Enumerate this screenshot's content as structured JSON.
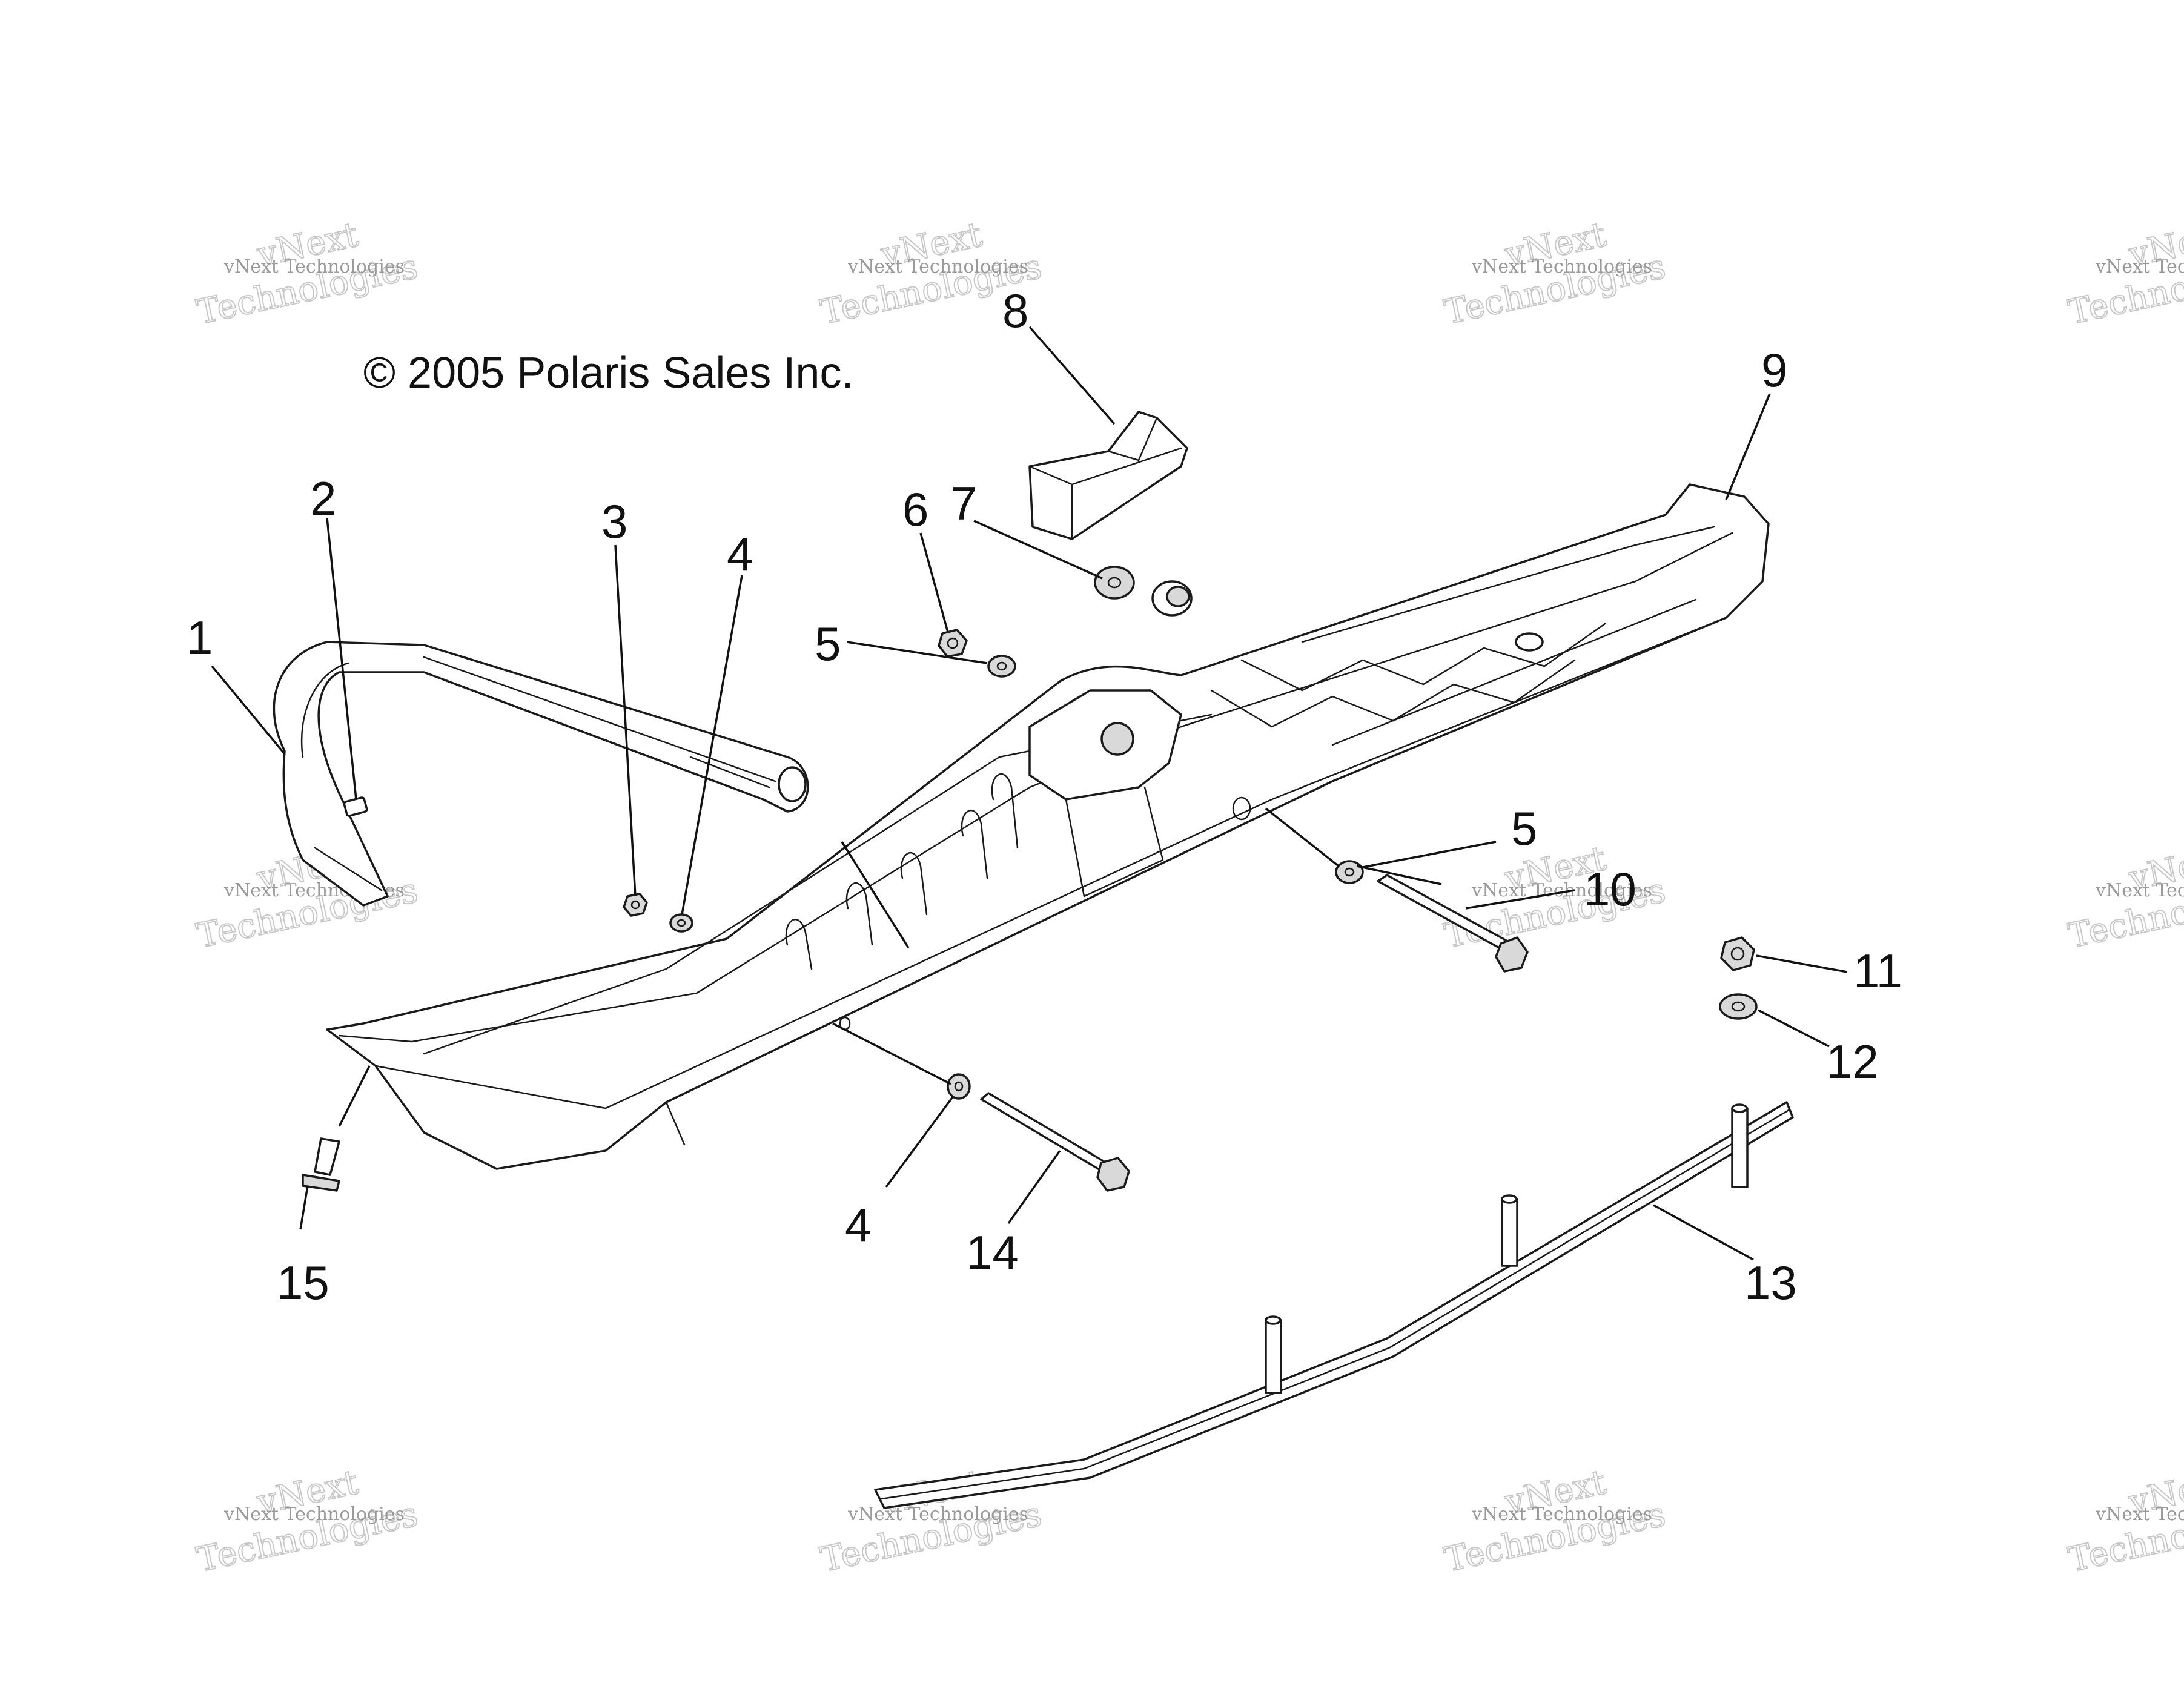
{
  "copyright": "© 2005 Polaris Sales Inc.",
  "watermark": {
    "line1": "vNext Technologies",
    "line2": "vNext",
    "line3": "Technologies"
  },
  "callouts": [
    "1",
    "2",
    "3",
    "4",
    "5",
    "6",
    "7",
    "8",
    "9",
    "10",
    "11",
    "12",
    "13",
    "14",
    "15"
  ],
  "callout_instances": [
    {
      "id": "1",
      "label": "1"
    },
    {
      "id": "2",
      "label": "2"
    },
    {
      "id": "3",
      "label": "3"
    },
    {
      "id": "4a",
      "label": "4"
    },
    {
      "id": "4b",
      "label": "4"
    },
    {
      "id": "5a",
      "label": "5"
    },
    {
      "id": "5b",
      "label": "5"
    },
    {
      "id": "6",
      "label": "6"
    },
    {
      "id": "7",
      "label": "7"
    },
    {
      "id": "8",
      "label": "8"
    },
    {
      "id": "9",
      "label": "9"
    },
    {
      "id": "10",
      "label": "10"
    },
    {
      "id": "11",
      "label": "11"
    },
    {
      "id": "12",
      "label": "12"
    },
    {
      "id": "13",
      "label": "13"
    },
    {
      "id": "14",
      "label": "14"
    },
    {
      "id": "15",
      "label": "15"
    }
  ],
  "colors": {
    "line": "#1a1a1a",
    "background": "#ffffff",
    "watermark": "#c8c8c8"
  }
}
